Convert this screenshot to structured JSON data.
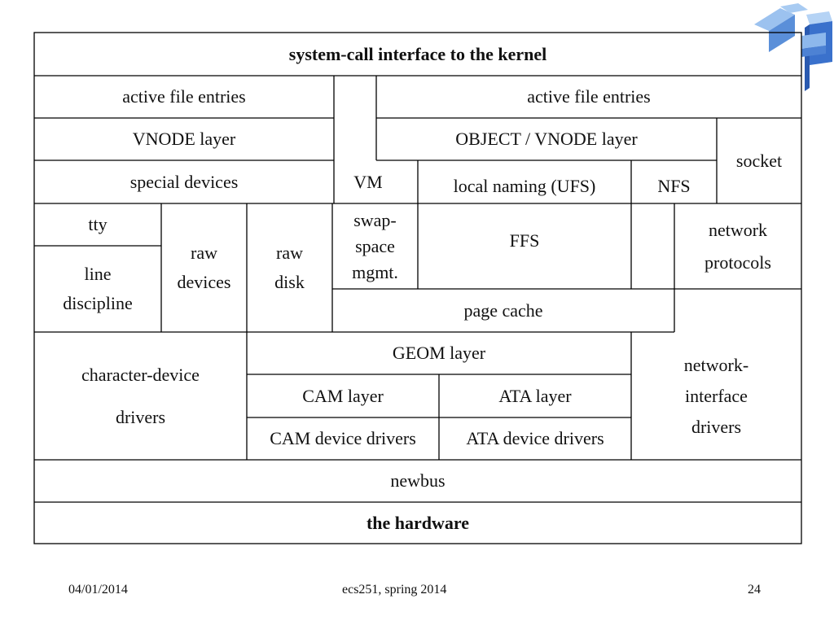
{
  "diagram": {
    "header": "system-call interface to the kernel",
    "active_file_left": "active file entries",
    "active_file_right": "active file entries",
    "vnode_layer": "VNODE layer",
    "object_vnode_layer": "OBJECT / VNODE layer",
    "socket": "socket",
    "special_devices": "special devices",
    "vm": "VM",
    "local_naming": "local naming (UFS)",
    "nfs": "NFS",
    "tty": "tty",
    "line_discipline": "line\ndiscipline",
    "raw_devices": "raw\ndevices",
    "raw_disk": "raw\ndisk",
    "swap_space": "swap-\nspace\nmgmt.",
    "ffs": "FFS",
    "network_protocols": "network\nprotocols",
    "page_cache": "page cache",
    "character_device_drivers": "character-device\n\ndrivers",
    "geom_layer": "GEOM layer",
    "network_interface_drivers": "network-\ninterface\ndrivers",
    "cam_layer": "CAM layer",
    "ata_layer": "ATA layer",
    "cam_device_drivers": "CAM device drivers",
    "ata_device_drivers": "ATA device drivers",
    "newbus": "newbus",
    "hardware": "the hardware"
  },
  "footer": {
    "date": "04/01/2014",
    "course": "ecs251, spring 2014",
    "page": "24"
  },
  "colors": {
    "logo_light": "#7eaee8",
    "logo_dark": "#2f66c4"
  }
}
